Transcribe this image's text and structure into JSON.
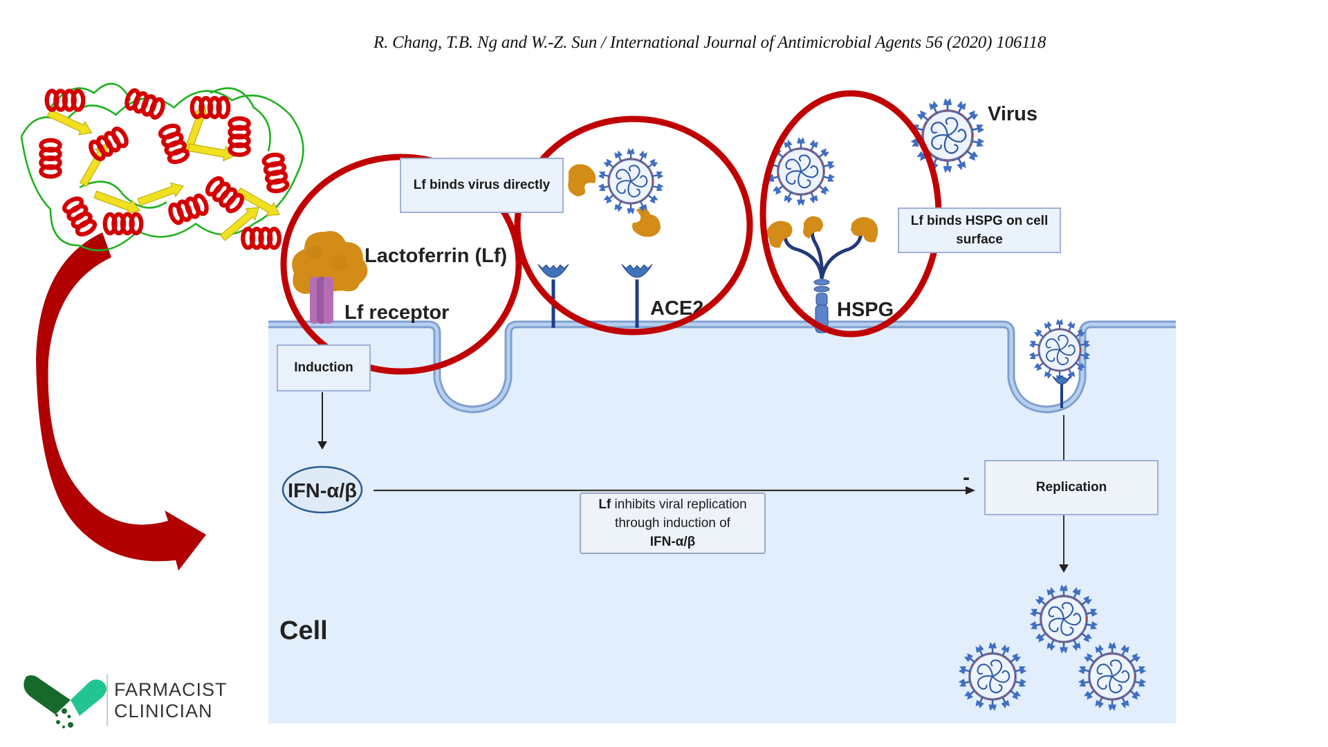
{
  "citation": "R. Chang, T.B. Ng and W.-Z. Sun / International Journal of Antimicrobial Agents 56 (2020) 106118",
  "labels": {
    "lactoferrin": "Lactoferrin (Lf)",
    "lf_receptor": "Lf receptor",
    "ace2": "ACE2",
    "hspg": "HSPG",
    "virus": "Virus",
    "cell": "Cell",
    "ifn": "IFN-α/β",
    "minus": "-"
  },
  "boxes": {
    "binds_virus": "Lf binds virus directly",
    "binds_hspg": "Lf binds HSPG on cell surface",
    "induction": "Induction",
    "replication": "Replication",
    "inhibits": {
      "bold_prefix": "Lf",
      "line1_rest": " inhibits viral replication",
      "line2": "through induction of",
      "line3_bold": "IFN-α/β"
    }
  },
  "logo": {
    "line1": "FARMACIST",
    "line2": "CLINICIAN"
  },
  "colors": {
    "highlight_circle": "#c00000",
    "curved_arrow": "#b00000",
    "cell_fill": "#e2eefc",
    "membrane": "#a9c4e8",
    "membrane_edge": "#7e9fcf",
    "receptor_blue": "#3f74b8",
    "lactoferrin_orange": "#d38c17",
    "lf_receptor_purple": "#b46fb4",
    "virus_blue": "#3f6fc4",
    "logo_dark_green": "#17692b",
    "logo_light_green": "#22c592"
  }
}
